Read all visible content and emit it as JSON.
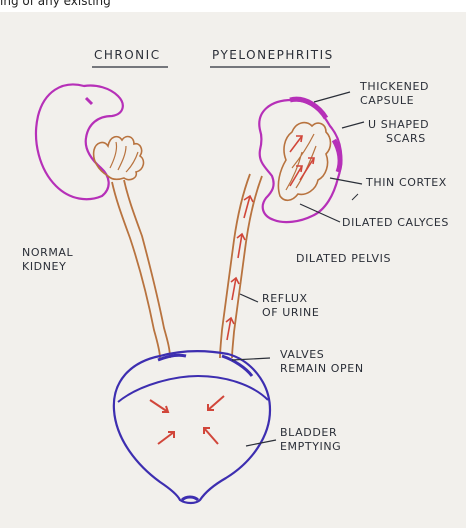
{
  "header_caption": "ing of any existing",
  "title": {
    "left": "CHRONIC",
    "right": "PYELONEPHRITIS"
  },
  "labels": {
    "thickened_capsule": [
      "THICKENED",
      "CAPSULE"
    ],
    "u_shaped_scars": [
      "U SHAPED",
      "SCARS"
    ],
    "thin_cortex": "THIN CORTEX",
    "dilated_calyces": "DILATED CALYCES",
    "normal_kidney": [
      "NORMAL",
      "KIDNEY"
    ],
    "dilated_pelvis": "DILATED PELVIS",
    "reflux_of_urine": [
      "REFLUX",
      "OF URINE"
    ],
    "valves_remain_open": [
      "VALVES",
      "REMAIN OPEN"
    ],
    "bladder_emptying": [
      "BLADDER",
      "EMPTYING"
    ]
  },
  "colors": {
    "paper": "#f2f0ec",
    "ink": "#2b2f38",
    "ureter": "#b8733f",
    "kidney_outline": "#b630b8",
    "bladder_outline": "#3d2eb0",
    "reflux_arrows": "#d1463a"
  }
}
